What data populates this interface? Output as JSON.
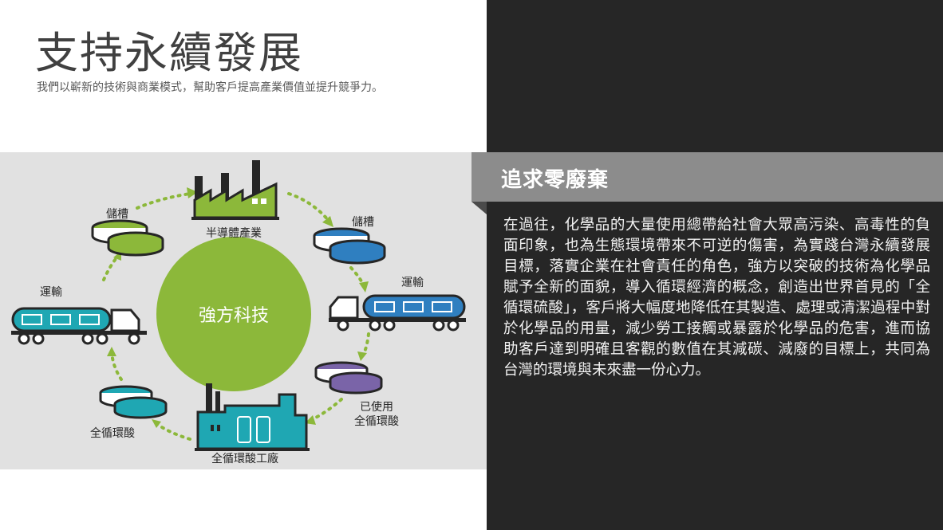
{
  "page": {
    "title": "支持永續發展",
    "subtitle": "我們以嶄新的技術與商業模式，幫助客戶提高產業價值並提升競爭力。"
  },
  "diagram": {
    "center": "強方科技",
    "nodes": {
      "industry": "半導體產業",
      "storage_right": "儲槽",
      "transport_right": "運輸",
      "used_acid_line1": "已使用",
      "used_acid_line2": "全循環酸",
      "plant": "全循環酸工廠",
      "acid_left": "全循環酸",
      "transport_left": "運輸",
      "storage_left": "儲槽"
    }
  },
  "panel": {
    "heading": "追求零廢棄",
    "body": "在過往，化學品的大量使用總帶給社會大眾高污染、高毒性的負面印象，也為生態環境帶來不可逆的傷害，為實踐台灣永續發展目標，落實企業在社會責任的角色，強方以突破的技術為化學品賦予全新的面貌，導入循環經濟的概念，創造出世界首見的「全循環硫酸」，客戶將大幅度地降低在其製造、處理或清潔過程中對於化學品的用量，減少勞工接觸或暴露於化學品的危害，進而協助客戶達到明確且客觀的數值在其減碳、減廢的目標上，共同為台灣的環境與未來盡一份心力。"
  },
  "colors": {
    "green": "#8cb83a",
    "teal": "#1fa7b3",
    "blue": "#2f7fc0",
    "purple": "#7a64a8",
    "dark": "#262626"
  }
}
